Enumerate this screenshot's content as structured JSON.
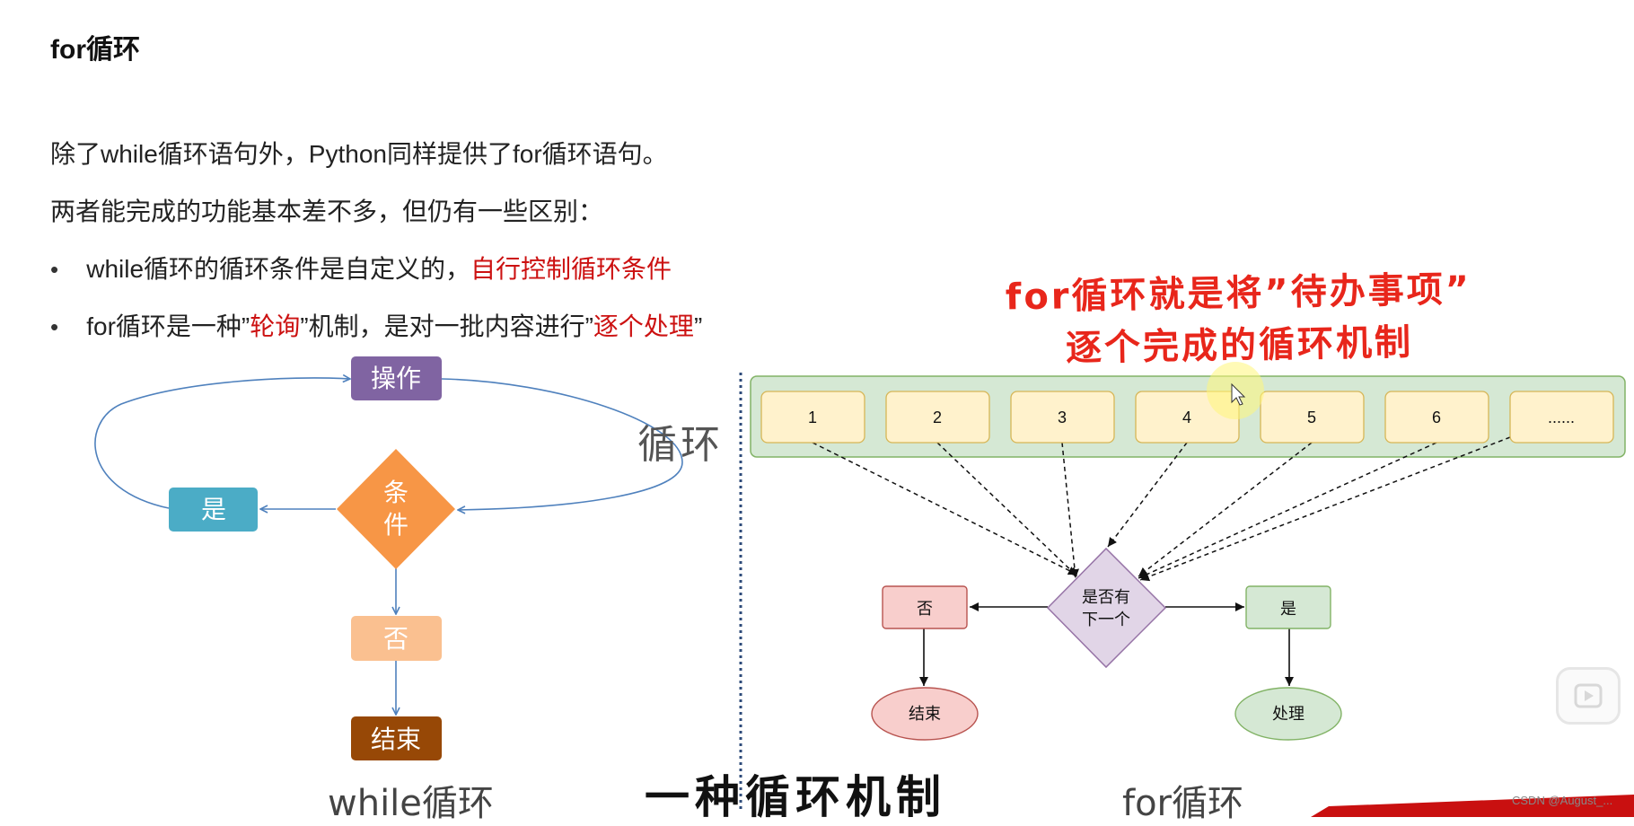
{
  "slide": {
    "title": "for循环",
    "line1": "除了while循环语句外，Python同样提供了for循环语句。",
    "line2": "两者能完成的功能基本差不多，但仍有一些区别：",
    "bullet1": {
      "normal": "while循环的循环条件是自定义的，",
      "highlight": "自行控制循环条件"
    },
    "bullet2": {
      "p1": "for循环是一种”",
      "h1": "轮询",
      "p2": "”机制，是对一批内容进行”",
      "h2": "逐个处理",
      "p3": "”"
    }
  },
  "handwritten_note": {
    "line1": "for循环就是将”待办事项”",
    "line2": "逐个完成的循环机制"
  },
  "while_diagram": {
    "operate": "操作",
    "condition_line1": "条",
    "condition_line2": "件",
    "yes": "是",
    "no": "否",
    "end": "结束",
    "loop_label": "循环",
    "caption": "while循环"
  },
  "for_diagram": {
    "items": [
      "1",
      "2",
      "3",
      "4",
      "5",
      "6",
      "......"
    ],
    "decision_line1": "是否有",
    "decision_line2": "下一个",
    "no": "否",
    "yes": "是",
    "end": "结束",
    "process": "处理",
    "caption": "for循环"
  },
  "subtitle": "一种循环机制",
  "watermark": "CSDN @August_...",
  "colors": {
    "red_text": "#cc1111",
    "hand_red": "#e8261b",
    "operate_purple": "#8064a2",
    "condition_orange": "#f79646",
    "yes_blue": "#4bacc6",
    "no_peach": "#fac090",
    "end_brown": "#974806",
    "items_bg": "#d5e8d4",
    "item_fill": "#fff2cc",
    "decision_fill": "#e1d5e7",
    "no_fill": "#f8cecc",
    "yes_fill": "#d5e8d4"
  }
}
